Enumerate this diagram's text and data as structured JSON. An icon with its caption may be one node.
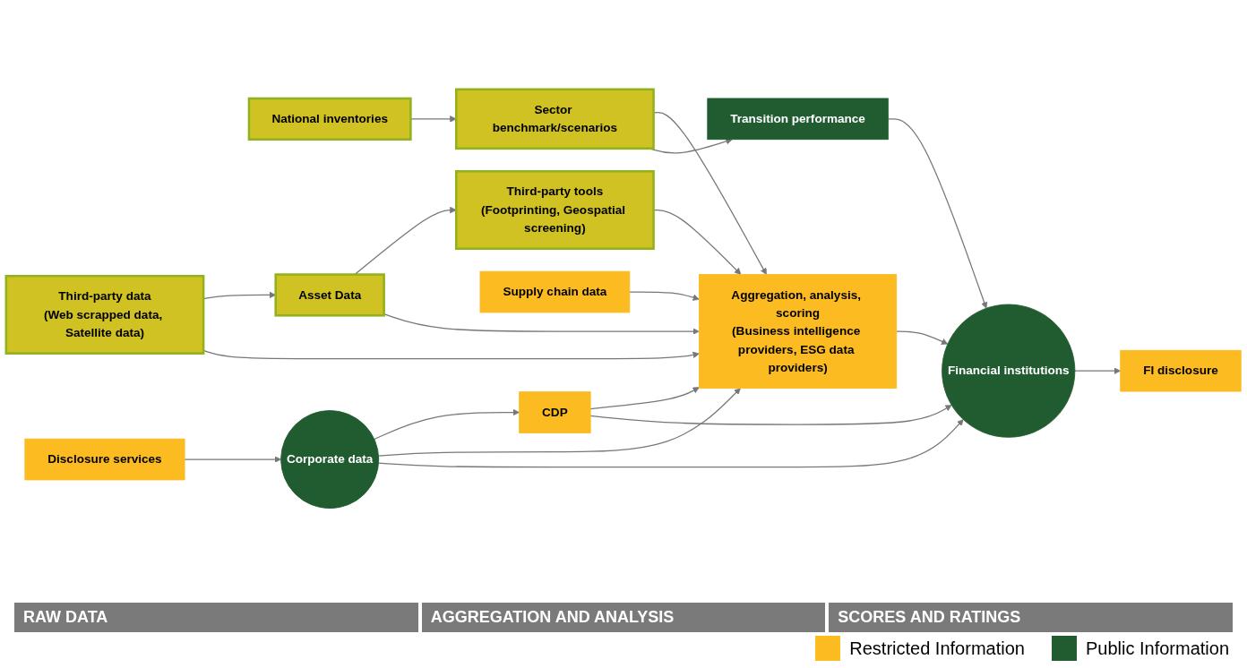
{
  "diagram": {
    "nodes": [
      {
        "text": [
          "Third-party data",
          "(Web scrapped data, Satellite data)"
        ]
      },
      {
        "text": [
          "National inventories"
        ]
      },
      {
        "text": [
          "Sector benchmark/scenarios"
        ]
      },
      {
        "text": [
          "Asset Data"
        ]
      },
      {
        "text": [
          "Third-party tools",
          "(Footprinting, Geospatial screening)"
        ]
      },
      {
        "text": [
          "FI disclosure"
        ]
      },
      {
        "text": [
          "Supply chain data"
        ]
      },
      {
        "text": [
          "Corporate data"
        ]
      },
      {
        "text": [
          "CDP"
        ]
      },
      {
        "text": [
          "Aggregation, analysis, scoring",
          "(Business intelligence providers, ESG data providers)"
        ]
      },
      {
        "text": [
          "Financial institutions"
        ]
      },
      {
        "text": [
          "Disclosure services"
        ]
      },
      {
        "text": [
          "Transition performance"
        ]
      }
    ],
    "edges": [
      {
        "from": 1,
        "to": 2,
        "arrow": "to"
      },
      {
        "from": 0,
        "to": 3,
        "arrow": "to"
      },
      {
        "from": 3,
        "to": 4,
        "arrow": "to"
      },
      {
        "from": 3,
        "to": 9,
        "arrow": "to"
      },
      {
        "from": 2,
        "to": 9,
        "arrow": "to"
      },
      {
        "from": 4,
        "to": 9,
        "arrow": "to"
      },
      {
        "from": 6,
        "to": 9,
        "arrow": "to"
      },
      {
        "from": 0,
        "to": 9,
        "arrow": "to"
      },
      {
        "from": 7,
        "to": 8,
        "arrow": "to"
      },
      {
        "from": 8,
        "to": 9,
        "arrow": "to"
      },
      {
        "from": 7,
        "to": 9,
        "arrow": "to"
      },
      {
        "from": 8,
        "to": 10,
        "arrow": "to"
      },
      {
        "from": 7,
        "to": 10,
        "arrow": "to"
      },
      {
        "from": 9,
        "to": 10,
        "arrow": "to"
      },
      {
        "from": 2,
        "to": 12,
        "arrow": "to"
      },
      {
        "from": 12,
        "to": 10,
        "arrow": "to"
      },
      {
        "from": 10,
        "to": 5,
        "arrow": "to"
      },
      {
        "from": 11,
        "to": 7,
        "arrow": "to"
      }
    ],
    "labels": [
      "RAW DATA",
      "AGGREGATION AND ANALYSIS",
      "SCORES AND RATINGS"
    ],
    "legend": [
      {
        "text": "Restricted Information",
        "color": "#fbbb21"
      },
      {
        "text": "Public Information",
        "color": "#215c31"
      }
    ]
  }
}
